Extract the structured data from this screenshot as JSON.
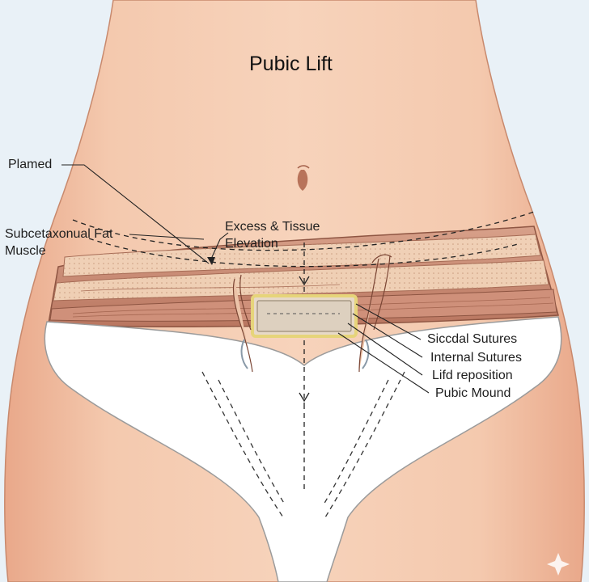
{
  "title": "Pubic Lift",
  "labels": {
    "planned": "Plamed",
    "fat": "Subcetaxonual Fat",
    "muscle": "Muscle",
    "excess_line1": "Excess & Tissue",
    "excess_line2": "Elevation",
    "sutures_side": "Siccdal Sutures",
    "sutures_internal": "Internal Sutures",
    "reposition": "Lifd reposition",
    "mound": "Pubic Mound"
  },
  "colors": {
    "background": "#e9f1f7",
    "skin": "#f3c6aa",
    "muscle": "#c98a72",
    "fat": "#f2d2b8",
    "garment": "#ffffff",
    "implant_border": "#e6d47a"
  },
  "icons": [
    "sparkle-icon"
  ]
}
